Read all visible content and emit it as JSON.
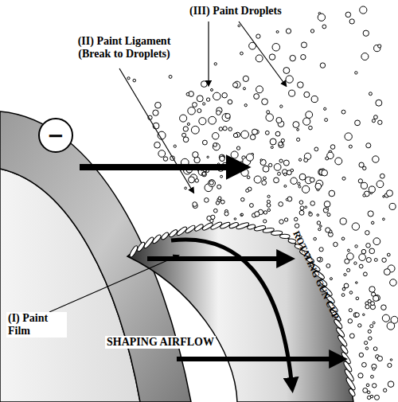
{
  "diagram": {
    "nodes": [
      {
        "text": [
          "−"
        ]
      }
    ],
    "labels": [
      "(III) Paint Droplets",
      "(II) Paint Ligament (Break to Droplets)",
      "ROTATING GUN CUP",
      "(I) Paint Film",
      "SHAPING AIRFLOW"
    ]
  }
}
